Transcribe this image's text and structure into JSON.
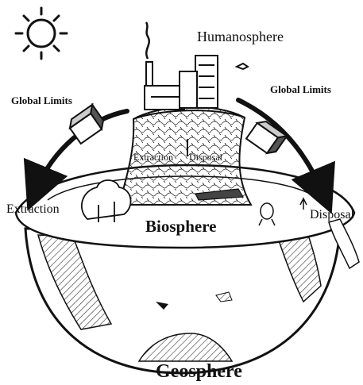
{
  "labels": {
    "humanosphere": "Humanosphere",
    "global_limits_left": "Global Limits",
    "global_limits_right": "Global Limits",
    "extraction_inner": "Extraction",
    "disposal_inner": "Disposal",
    "extraction_outer": "Extraction",
    "disposal_outer": "Disposal",
    "biosphere": "Biosphere",
    "geosphere": "Geosphere"
  },
  "icons": {
    "sun": "sun-icon",
    "factory": "factory-icon",
    "globe": "globe-icon",
    "limit_block": "block-icon",
    "arrow": "arrow-icon"
  },
  "colors": {
    "ink": "#111111",
    "paper": "#ffffff",
    "hatch": "#333333"
  }
}
